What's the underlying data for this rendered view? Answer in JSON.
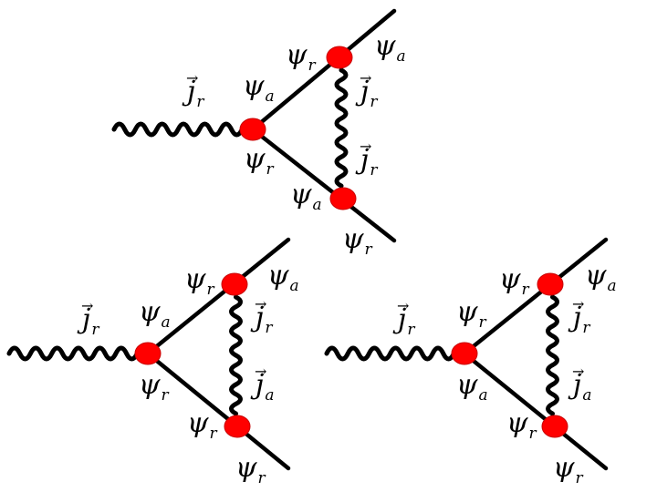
{
  "colors": {
    "line": "#000000",
    "vertex": "#ff0000",
    "vertex_stroke": "#c80000",
    "background": "#ffffff"
  },
  "symbols": {
    "psi": "ψ",
    "j": "j",
    "arrow": "→"
  },
  "diagrams": [
    {
      "labels": [
        {
          "base": "psi",
          "sub": "r",
          "vector": false
        },
        {
          "base": "psi",
          "sub": "a",
          "vector": false
        },
        {
          "base": "j",
          "sub": "r",
          "vector": true
        },
        {
          "base": "psi",
          "sub": "a",
          "vector": false
        },
        {
          "base": "psi",
          "sub": "r",
          "vector": false
        },
        {
          "base": "j",
          "sub": "r",
          "vector": true
        },
        {
          "base": "j",
          "sub": "r",
          "vector": true
        },
        {
          "base": "psi",
          "sub": "a",
          "vector": false
        },
        {
          "base": "psi",
          "sub": "r",
          "vector": false
        }
      ]
    },
    {
      "labels": [
        {
          "base": "psi",
          "sub": "r",
          "vector": false
        },
        {
          "base": "psi",
          "sub": "a",
          "vector": false
        },
        {
          "base": "j",
          "sub": "r",
          "vector": true
        },
        {
          "base": "psi",
          "sub": "a",
          "vector": false
        },
        {
          "base": "psi",
          "sub": "r",
          "vector": false
        },
        {
          "base": "j",
          "sub": "r",
          "vector": true
        },
        {
          "base": "j",
          "sub": "a",
          "vector": true
        },
        {
          "base": "psi",
          "sub": "r",
          "vector": false
        },
        {
          "base": "psi",
          "sub": "r",
          "vector": false
        }
      ]
    },
    {
      "labels": [
        {
          "base": "psi",
          "sub": "r",
          "vector": false
        },
        {
          "base": "psi",
          "sub": "a",
          "vector": false
        },
        {
          "base": "j",
          "sub": "r",
          "vector": true
        },
        {
          "base": "psi",
          "sub": "r",
          "vector": false
        },
        {
          "base": "psi",
          "sub": "a",
          "vector": false
        },
        {
          "base": "j",
          "sub": "r",
          "vector": true
        },
        {
          "base": "j",
          "sub": "a",
          "vector": true
        },
        {
          "base": "psi",
          "sub": "r",
          "vector": false
        },
        {
          "base": "psi",
          "sub": "r",
          "vector": false
        }
      ]
    }
  ]
}
